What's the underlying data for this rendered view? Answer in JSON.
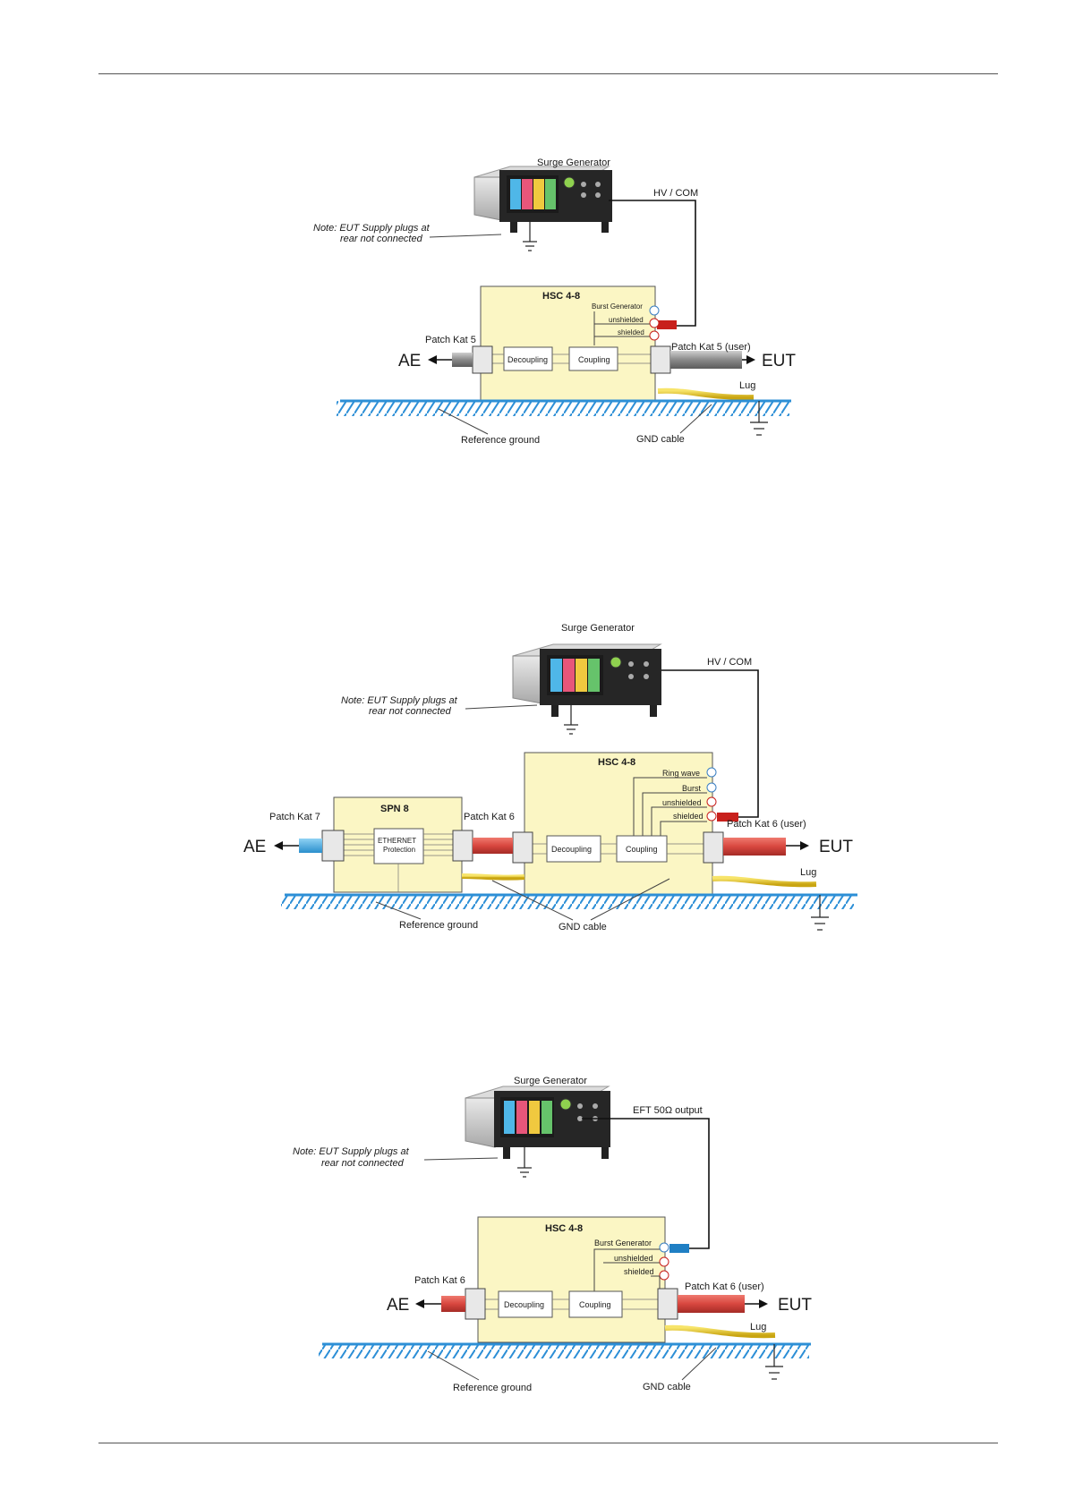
{
  "diagrams": [
    {
      "generator": "Surge Generator",
      "note_line1": "Note: EUT Supply plugs at",
      "note_line2": "rear  not connected",
      "connection": "HV / COM",
      "box_title": "HSC 4-8",
      "ports": [
        "Burst Generator",
        "unshielded",
        "shielded"
      ],
      "decoupling": "Decoupling",
      "coupling": "Coupling",
      "patch_left": "Patch Kat 5",
      "patch_right": "Patch Kat 5 (user)",
      "ae": "AE",
      "eut": "EUT",
      "lug": "Lug",
      "reference_ground": "Reference ground",
      "gnd_cable": "GND cable"
    },
    {
      "generator": "Surge Generator",
      "note_line1": "Note: EUT Supply plugs at",
      "note_line2": "rear  not connected",
      "connection": "HV / COM",
      "box_title": "HSC 4-8",
      "ports": [
        "Ring wave",
        "Burst",
        "unshielded",
        "shielded"
      ],
      "decoupling": "Decoupling",
      "coupling": "Coupling",
      "spn_title": "SPN 8",
      "protection_line1": "ETHERNET",
      "protection_line2": "Protection",
      "patch_far_left": "Patch Kat 7",
      "patch_left": "Patch Kat 6",
      "patch_right": "Patch Kat 6 (user)",
      "ae": "AE",
      "eut": "EUT",
      "lug": "Lug",
      "reference_ground": "Reference ground",
      "gnd_cable": "GND cable"
    },
    {
      "generator": "Surge Generator",
      "note_line1": "Note: EUT Supply plugs at",
      "note_line2": "rear  not connected",
      "connection": "EFT 50Ω output",
      "box_title": "HSC 4-8",
      "ports": [
        "Burst Generator",
        "unshielded",
        "shielded"
      ],
      "decoupling": "Decoupling",
      "coupling": "Coupling",
      "patch_left": "Patch Kat 6",
      "patch_right": "Patch Kat 6 (user)",
      "ae": "AE",
      "eut": "EUT",
      "lug": "Lug",
      "reference_ground": "Reference ground",
      "gnd_cable": "GND cable"
    }
  ],
  "colors": {
    "box_fill": "#fbf6c4",
    "ground_line": "#2d8fd6",
    "cable_grey": "#9a9a9a",
    "cable_red": "#d8473f",
    "cable_blue": "#3aa6e0",
    "gnd_cable": "#e8c62a",
    "plug_red": "#c8201c",
    "plug_blue": "#1f7fc4"
  }
}
